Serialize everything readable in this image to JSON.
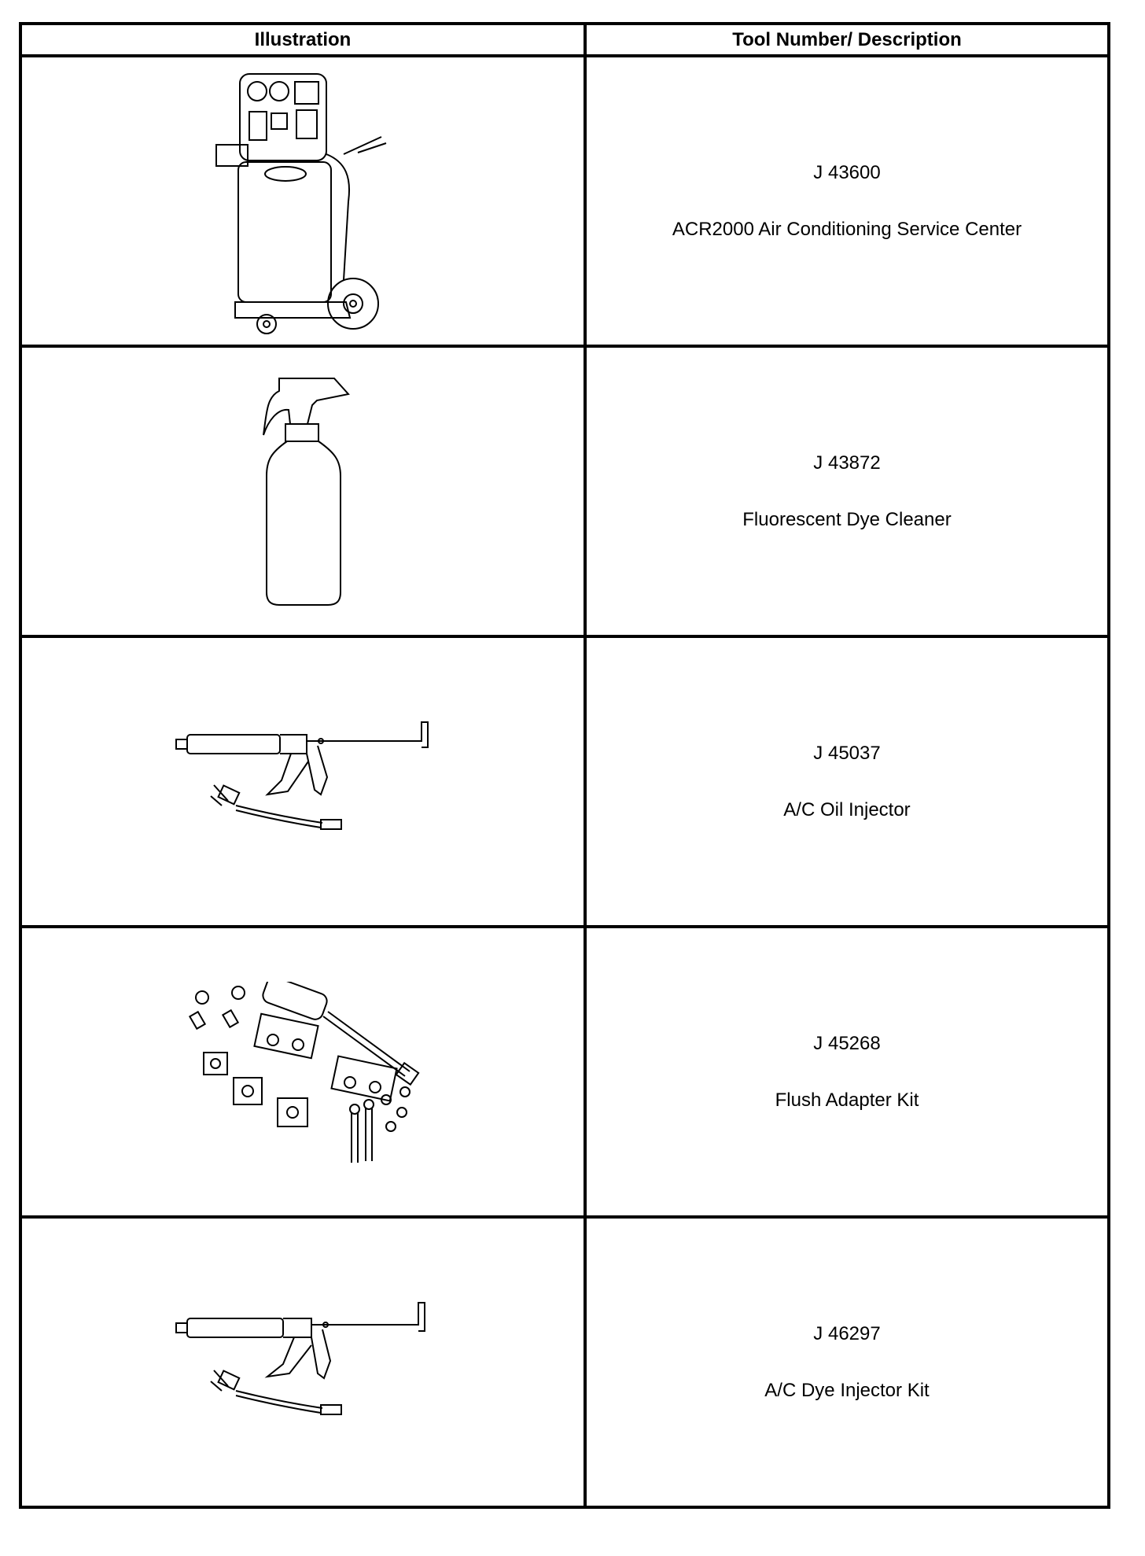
{
  "table": {
    "headers": {
      "illustration": "Illustration",
      "description": "Tool Number/ Description"
    },
    "rows": [
      {
        "tool_number": "J 43600",
        "description": "ACR2000 Air Conditioning Service Center",
        "illustration_icon": "ac-service-cart-icon"
      },
      {
        "tool_number": "J 43872",
        "description": "Fluorescent Dye Cleaner",
        "illustration_icon": "spray-bottle-icon"
      },
      {
        "tool_number": "J 45037",
        "description": "A/C Oil Injector",
        "illustration_icon": "oil-injector-gun-icon"
      },
      {
        "tool_number": "J 45268",
        "description": "Flush Adapter Kit",
        "illustration_icon": "flush-adapter-kit-icon"
      },
      {
        "tool_number": "J 46297",
        "description": "A/C Dye Injector Kit",
        "illustration_icon": "dye-injector-gun-icon"
      }
    ]
  }
}
